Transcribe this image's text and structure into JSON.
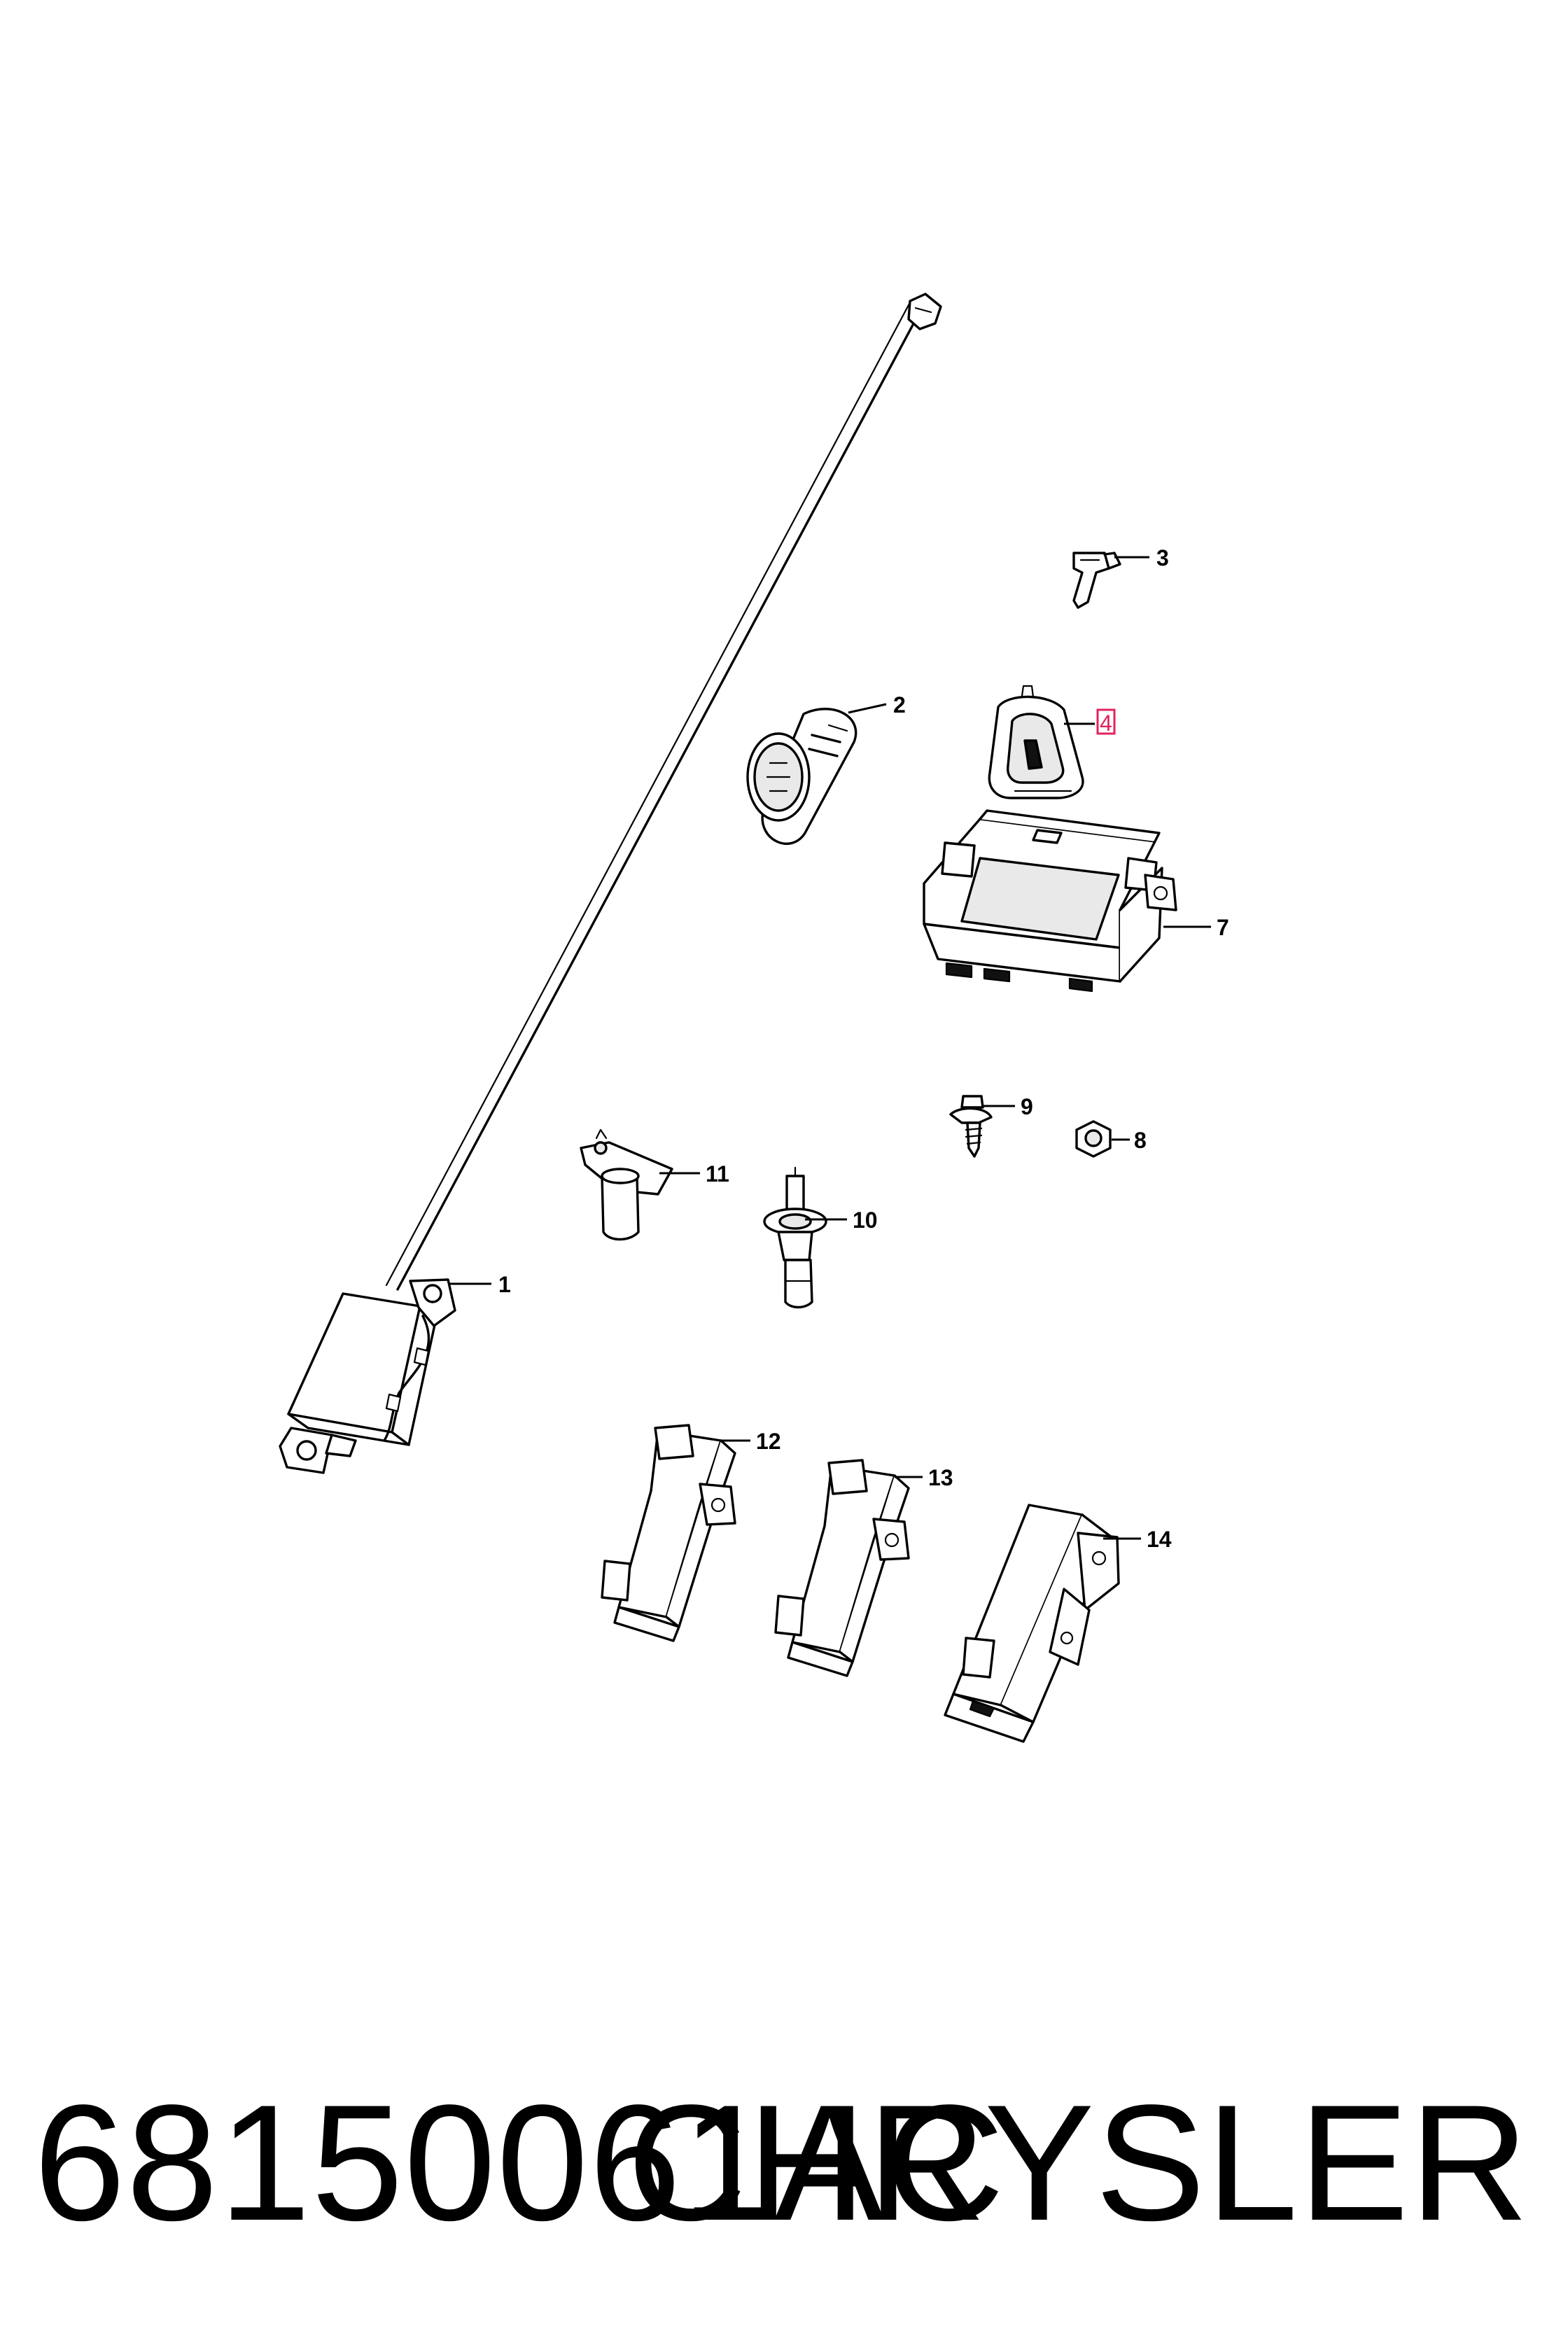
{
  "callouts": [
    {
      "label": "1"
    },
    {
      "label": "2"
    },
    {
      "label": "3"
    },
    {
      "label": "4"
    },
    {
      "label": "7"
    },
    {
      "label": "8"
    },
    {
      "label": "9"
    },
    {
      "label": "10"
    },
    {
      "label": "11"
    },
    {
      "label": "12"
    },
    {
      "label": "13"
    },
    {
      "label": "14"
    }
  ],
  "highlighted_callout": "4",
  "highlight_color": "#e0245e",
  "footer": {
    "part_number": "68150061AC",
    "brand": "CHRYSLER"
  }
}
